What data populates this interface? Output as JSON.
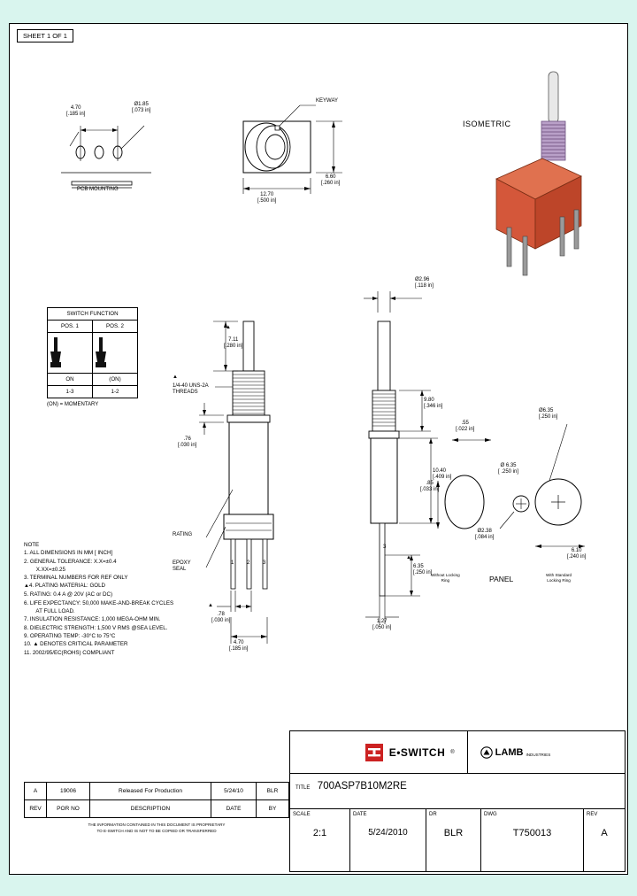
{
  "sheet": {
    "label": "SHEET 1 OF 1"
  },
  "views": {
    "pcb_top": {
      "dim_a": "4.70\n[.185 in]",
      "dim_b": "Ø1.85\n[.073 in]",
      "caption": "PCB MOUNTING"
    },
    "keyway": {
      "label": "KEYWAY",
      "dim_w": "12.70\n[.500 in]",
      "dim_h": "6.60\n[.260 in]"
    },
    "isometric": {
      "label": "ISOMETRIC"
    },
    "front": {
      "dim_thread": "1/4-40 UNS-2A\nTHREADS",
      "dim_711": "7.11\n[.280 in]",
      "dim_76": ".76\n[.030 in]",
      "dim_78": ".78\n[.030 in]",
      "dim_470": "4.70\n[.185 in]",
      "label_rating": "RATING",
      "label_epoxy": "EPOXY\nSEAL",
      "pin1": "1",
      "pin2": "2",
      "pin3": "3"
    },
    "side": {
      "dim_236": "Ø2.96\n[.118 in]",
      "dim_980": "9.80\n[.346 in]",
      "dim_1040": "10.40\n[.409 in]",
      "dim_635b": "6.35\n[.250 in]",
      "dim_127": "1.27\n[.050 in]",
      "pin3": "3"
    },
    "panel": {
      "label": "PANEL",
      "dim_635": "Ø6.35\n[.250 in]",
      "dim_55": ".55\n[.022 in]",
      "dim_85": ".85\n[.033 in]",
      "dim_hole": "Ø 6.35\n[ .250 in]",
      "dim_238": "Ø2.38\n[.084 in]",
      "dim_610": "6.10\n[.240 in]",
      "note_left": "Without Locking\nRing",
      "note_right": "With Standard\nLocking Ring"
    }
  },
  "switch_function": {
    "title": "SWITCH FUNCTION",
    "headers": [
      "POS. 1",
      "POS. 2"
    ],
    "rows": [
      [
        "ON",
        "(ON)"
      ],
      [
        "1-3",
        "1-2"
      ]
    ],
    "footnote": "(ON) = MOMENTARY"
  },
  "notes": {
    "title": "NOTE",
    "items": [
      "1. ALL DIMENSIONS IN MM [ INCH]",
      "2. GENERAL TOLERANCE: X.X=±0.4",
      "        X.XX=±0.25",
      "3. TERMINAL NUMBERS FOR REF ONLY",
      "4. PLATING MATERIAL: GOLD",
      "5. RATING: 0.4 A @ 20V (AC or DC)",
      "6. LIFE EXPECTANCY: 50,000 MAKE-AND-BREAK CYCLES",
      "        AT FULL LOAD.",
      "7. INSULATION RESISTANCE: 1,000 MEGA-OHM MIN.",
      "8. DIELECTRIC STRENGTH: 1,500 V RMS @SEA LEVEL.",
      "9. OPERATING TEMP: -30°C to 75°C",
      "10. ▲ DENOTES CRITICAL PARAMETER",
      "11. 2002/95/EC(ROHS) COMPLIANT"
    ]
  },
  "title_block": {
    "brand_primary": "E•SWITCH",
    "brand_primary_tm": "®",
    "brand_secondary": "LAMB",
    "brand_secondary_sub": "INDUSTRIES",
    "title_label": "TITLE",
    "title_value": "700ASP7B10M2RE",
    "fields": [
      {
        "label": "SCALE",
        "value": "2:1"
      },
      {
        "label": "DATE",
        "value": "5/24/2010"
      },
      {
        "label": "DR",
        "value": "BLR"
      },
      {
        "label": "DWG",
        "value": "T750013"
      },
      {
        "label": "REV",
        "value": "A"
      }
    ],
    "revisions": {
      "headers": [
        "REV",
        "POR NO",
        "DESCRIPTION",
        "DATE",
        "BY"
      ],
      "rows": [
        [
          "A",
          "19006",
          "Released For Production",
          "5/24/10",
          "BLR"
        ]
      ]
    },
    "proprietary": "THE INFORMATION CONTAINED IN THIS DOCUMENT IS PROPRIETARY\nTO E-SWITCH AND IS NOT TO BE COPIED OR TRANSFERRED"
  },
  "colors": {
    "background": "#d9f5ee",
    "body_orange": "#d4573a",
    "accent_red": "#cc2222",
    "metal": "#cccccc"
  }
}
